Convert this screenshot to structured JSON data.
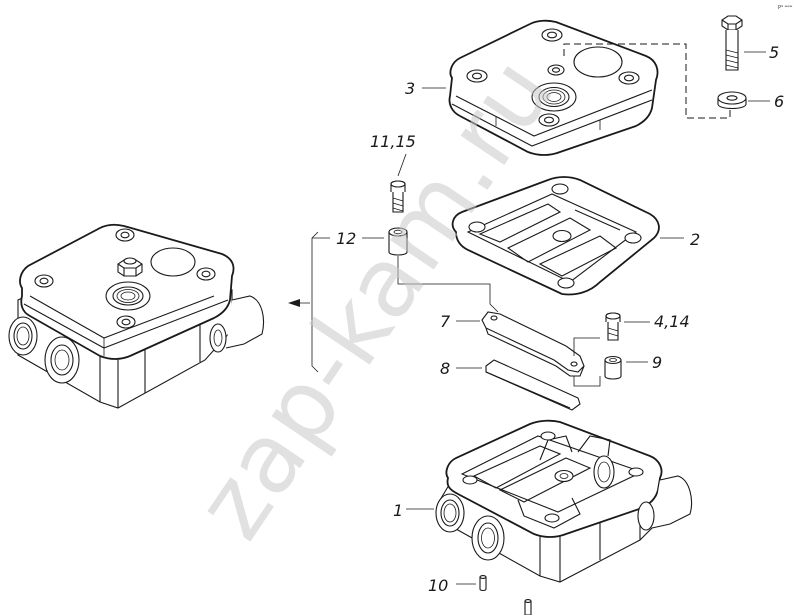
{
  "corner_mark": "P⁴ ʷʷʷ",
  "watermark": "zap-kam.ru",
  "callouts": [
    {
      "id": "1",
      "text": "1"
    },
    {
      "id": "2",
      "text": "2"
    },
    {
      "id": "3",
      "text": "3"
    },
    {
      "id": "4",
      "text": "4,14"
    },
    {
      "id": "5",
      "text": "5"
    },
    {
      "id": "6",
      "text": "6"
    },
    {
      "id": "7",
      "text": "7"
    },
    {
      "id": "8",
      "text": "8"
    },
    {
      "id": "9",
      "text": "9"
    },
    {
      "id": "10",
      "text": "10"
    },
    {
      "id": "11",
      "text": "11,15"
    },
    {
      "id": "12",
      "text": "12"
    }
  ]
}
